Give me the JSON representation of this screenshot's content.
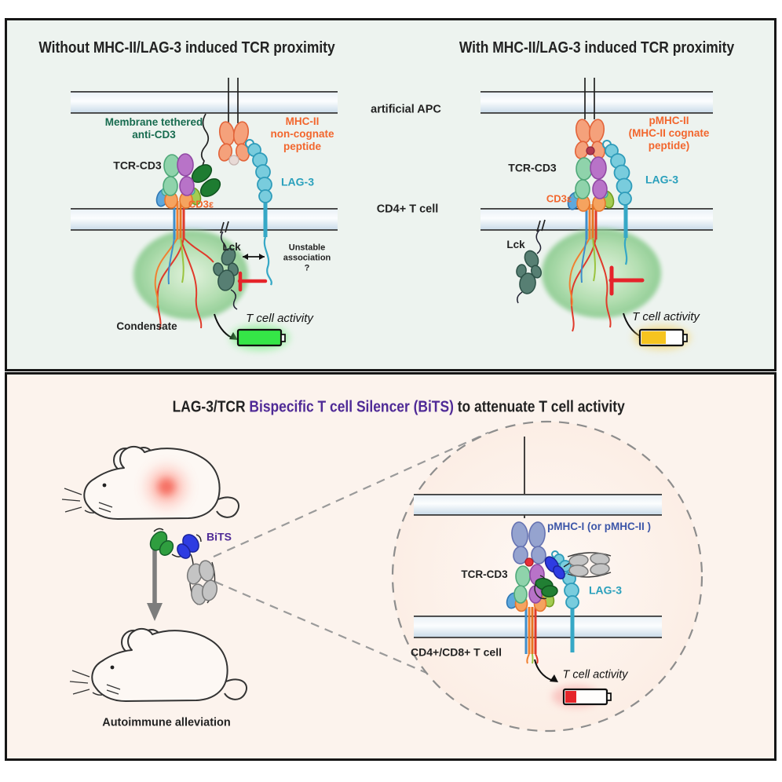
{
  "top": {
    "title_left": "Without MHC-II/LAG-3 induced TCR proximity",
    "title_right": "With MHC-II/LAG-3 induced TCR proximity",
    "apc": "artificial APC",
    "cd4": "CD4+ T cell",
    "left": {
      "anti_cd3_1": "Membrane tethered",
      "anti_cd3_2": "anti-CD3",
      "tcr": "TCR-CD3",
      "cd3e": "CD3ε",
      "mhc_1": "MHC-II",
      "mhc_2": "non-cognate",
      "mhc_3": "peptide",
      "lag3": "LAG-3",
      "lck": "Lck",
      "unstable_1": "Unstable",
      "unstable_2": "association",
      "unstable_3": "?",
      "condensate": "Condensate",
      "activity": "T cell activity",
      "battery_state": "full"
    },
    "right": {
      "pmhc_1": "pMHC-II",
      "pmhc_2": "(MHC-II cognate",
      "pmhc_3": "peptide)",
      "tcr": "TCR-CD3",
      "cd3e": "CD3ε",
      "lag3": "LAG-3",
      "lck": "Lck",
      "activity": "T cell activity",
      "battery_state": "half"
    }
  },
  "bottom": {
    "title_pre": "LAG-3/TCR ",
    "title_mid": "Bispecific T cell Silencer (BiTS)",
    "title_post": " to attenuate T cell activity",
    "bits": "BiTS",
    "autoimmune": "Autoimmune alleviation",
    "pmhc": "pMHC-I (or pMHC-II )",
    "tcr": "TCR-CD3",
    "lag3": "LAG-3",
    "tcell": "CD4+/CD8+ T cell",
    "activity": "T cell activity",
    "battery_state": "low"
  },
  "colors": {
    "panel_top_bg": "#edf3ef",
    "panel_bottom_bg": "#fcf3ed",
    "battery_full": "#35e647",
    "battery_half": "#f6c41f",
    "battery_low": "#e5242a",
    "inhibition_red": "#e5242a",
    "lag3_teal": "#2aa0bc",
    "mhc_orange": "#f2662d",
    "anti_cd3_green": "#176b4f",
    "bits_purple": "#4f2a96",
    "pmhc1_blue": "#3c56a8",
    "condensate_green": "#9bd49e"
  }
}
